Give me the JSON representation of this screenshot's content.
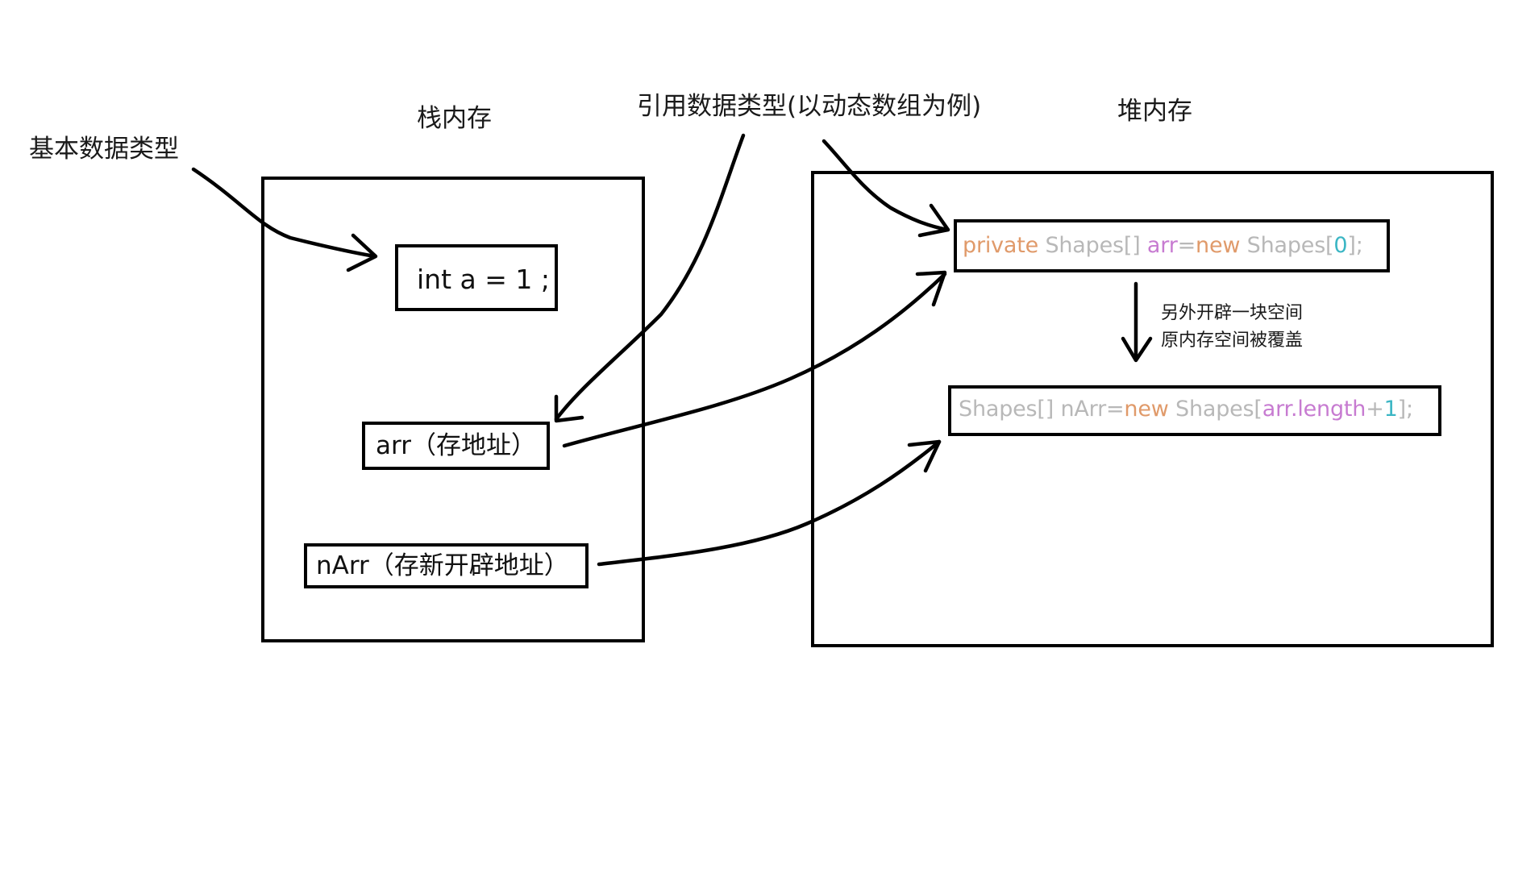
{
  "labels": {
    "primitive": "基本数据类型",
    "stack": "栈内存",
    "reference": "引用数据类型(以动态数组为例)",
    "heap": "堆内存",
    "note_line1": "另外开辟一块空间",
    "note_line2": "原内存空间被覆盖"
  },
  "stack_items": {
    "int_decl": "int a = 1 ;",
    "arr": "arr（存地址）",
    "narr": "nArr（存新开辟地址）"
  },
  "heap_code_1": [
    {
      "text": "private",
      "color": "#e09a6a"
    },
    {
      "text": " Shapes[] ",
      "color": "#b8b8b8"
    },
    {
      "text": "arr",
      "color": "#c77bd1"
    },
    {
      "text": "=",
      "color": "#b8b8b8"
    },
    {
      "text": "new",
      "color": "#e09a6a"
    },
    {
      "text": " Shapes[",
      "color": "#b8b8b8"
    },
    {
      "text": "0",
      "color": "#3bb6c4"
    },
    {
      "text": "];",
      "color": "#b8b8b8"
    }
  ],
  "heap_code_2": [
    {
      "text": "Shapes[] nArr=",
      "color": "#b8b8b8"
    },
    {
      "text": "new",
      "color": "#e09a6a"
    },
    {
      "text": " Shapes[",
      "color": "#b8b8b8"
    },
    {
      "text": "arr.length",
      "color": "#c77bd1"
    },
    {
      "text": "+",
      "color": "#b8b8b8"
    },
    {
      "text": "1",
      "color": "#3bb6c4"
    },
    {
      "text": "];",
      "color": "#b8b8b8"
    }
  ]
}
